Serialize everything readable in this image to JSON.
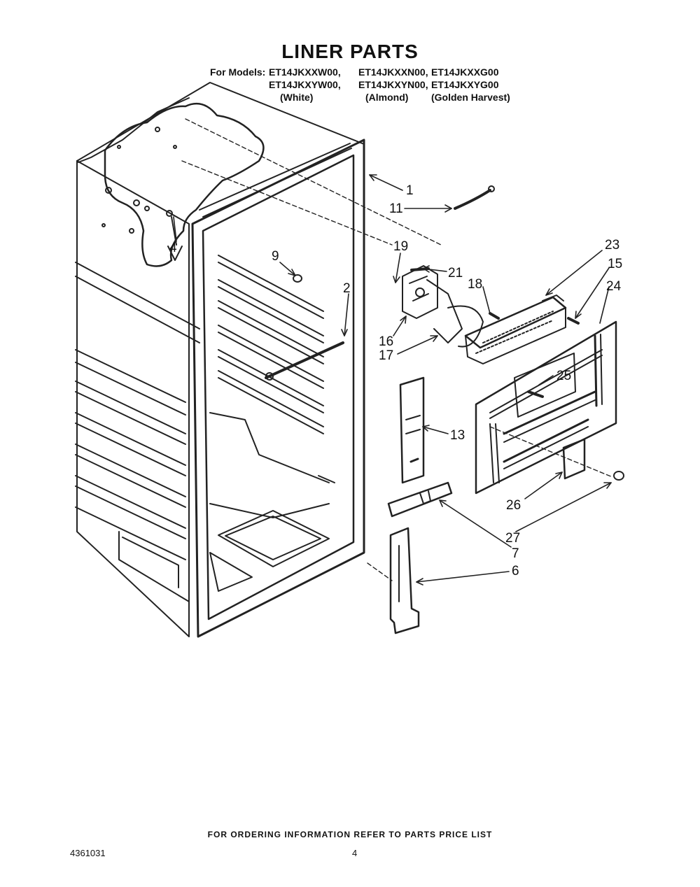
{
  "page": {
    "title": "LINER PARTS",
    "models_label": "For Models:",
    "models_row1": [
      "ET14JKXXW00,",
      "ET14JKXXN00,",
      "ET14JKXXG00"
    ],
    "models_row2": [
      "ET14JKXYW00,",
      "ET14JKXYN00,",
      "ET14JKXYG00"
    ],
    "colors": [
      "(White)",
      "(Almond)",
      "(Golden Harvest)"
    ],
    "footer_note": "FOR ORDERING INFORMATION REFER TO PARTS PRICE LIST",
    "doc_number": "4361031",
    "page_number": "4"
  },
  "callouts": [
    "1",
    "11",
    "2",
    "4",
    "9",
    "19",
    "21",
    "18",
    "16",
    "17",
    "23",
    "15",
    "24",
    "25",
    "13",
    "26",
    "27",
    "7",
    "6"
  ]
}
